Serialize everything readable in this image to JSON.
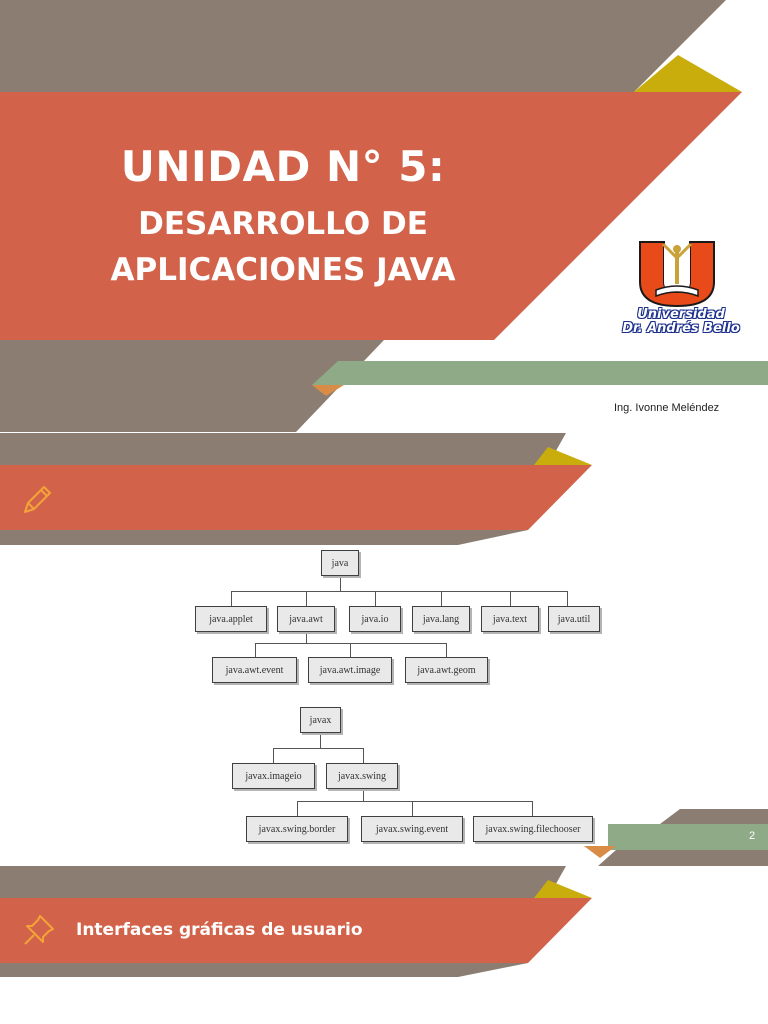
{
  "title": {
    "main": "UNIDAD N° 5:",
    "line1": "DESARROLLO DE",
    "line2": "APLICACIONES JAVA"
  },
  "author": "Ing. Ivonne Meléndez",
  "logo": {
    "line1": "Universidad",
    "line2": "Dr. Andrés Bello"
  },
  "page_number": "2",
  "section_title": "Interfaces gráficas de usuario",
  "icons": {
    "top_band": "pencil-icon",
    "bottom_band": "pushpin-icon"
  },
  "colors": {
    "coral": "#D2634A",
    "taupe": "#8B7D71",
    "mustard": "#C9AD0C",
    "sage": "#8FAA87",
    "orange_accent": "#D98C45"
  },
  "diagram": {
    "java": {
      "root": "java",
      "children": [
        "java.applet",
        "java.awt",
        "java.io",
        "java.lang",
        "java.text",
        "java.util"
      ],
      "awt_children": [
        "java.awt.event",
        "java.awt.image",
        "java.awt.geom"
      ]
    },
    "javax": {
      "root": "javax",
      "children": [
        "javax.imageio",
        "javax.swing"
      ],
      "swing_children": [
        "javax.swing.border",
        "javax.swing.event",
        "javax.swing.filechooser"
      ]
    }
  }
}
